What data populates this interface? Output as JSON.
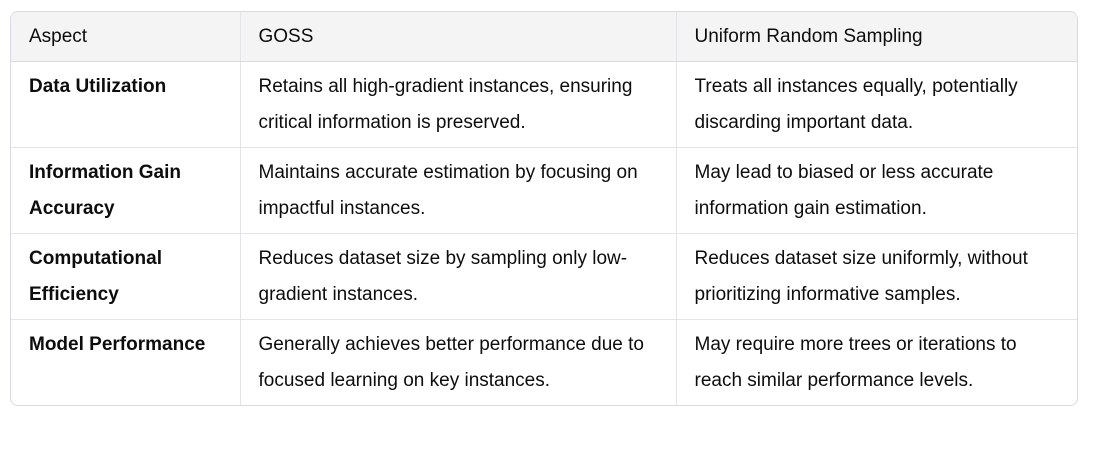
{
  "table": {
    "headers": [
      "Aspect",
      "GOSS",
      "Uniform Random Sampling"
    ],
    "rows": [
      {
        "aspect": "Data Utilization",
        "goss": "Retains all high-gradient instances, ensuring critical information is preserved.",
        "uniform": "Treats all instances equally, potentially discarding important data."
      },
      {
        "aspect": "Information Gain Accuracy",
        "goss": "Maintains accurate estimation by focusing on impactful instances.",
        "uniform": "May lead to biased or less accurate information gain estimation."
      },
      {
        "aspect": "Computational Efficiency",
        "goss": "Reduces dataset size by sampling only low-gradient instances.",
        "uniform": "Reduces dataset size uniformly, without prioritizing informative samples."
      },
      {
        "aspect": "Model Performance",
        "goss": "Generally achieves better performance due to focused learning on key instances.",
        "uniform": "May require more trees or iterations to reach similar performance levels."
      }
    ]
  }
}
